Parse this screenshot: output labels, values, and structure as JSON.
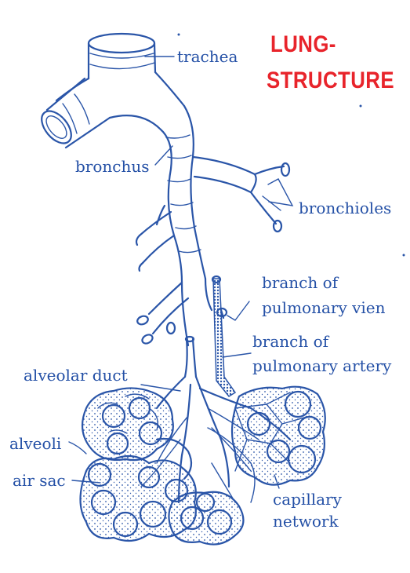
{
  "title": {
    "line1": "LUNG-",
    "line2": "STRUCTURE"
  },
  "colors": {
    "ink": "#2a55a8",
    "label": "#2450a6",
    "title": "#e8242b",
    "background": "#ffffff"
  },
  "labels": {
    "trachea": "trachea",
    "bronchus": "bronchus",
    "bronchioles": "bronchioles",
    "vein_line1": "branch of",
    "vein_line2": "pulmonary vien",
    "artery_line1": "branch of",
    "artery_line2": "pulmonary artery",
    "alveolar_duct": "alveolar duct",
    "alveoli": "alveoli",
    "air_sac": "air sac",
    "capillary_line1": "capillary",
    "capillary_line2": "network"
  }
}
